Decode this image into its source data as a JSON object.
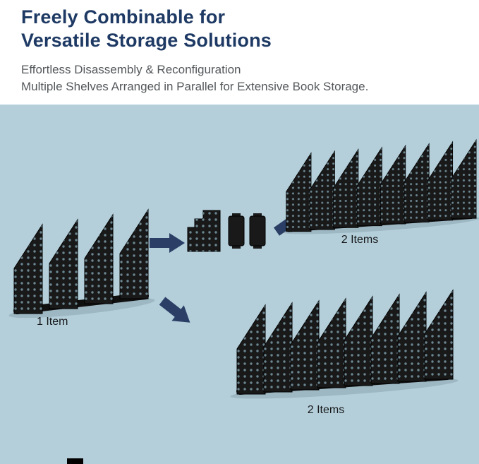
{
  "header": {
    "title_line1": "Freely Combinable for",
    "title_line2": "Versatile Storage Solutions",
    "subtitle_line1": "Effortless Disassembly & Reconfiguration",
    "subtitle_line2": "Multiple Shelves Arranged in Parallel for Extensive Book Storage."
  },
  "diagram": {
    "label_single": "1 Item",
    "label_top_group": "2 Items",
    "label_bottom_group": "2 Items",
    "single_unit_compartments": 4,
    "top_group_compartments": 8,
    "bottom_group_compartments": 8
  },
  "icons": {
    "arrow_right": "arrow-right-icon",
    "arrow_up_right": "arrow-up-right-icon",
    "arrow_down_right": "arrow-down-right-icon"
  },
  "colors": {
    "title": "#1e3a64",
    "subtitle": "#54585b",
    "background": "#b4cfda",
    "arrow": "#2b3f66",
    "product": "#191919"
  }
}
